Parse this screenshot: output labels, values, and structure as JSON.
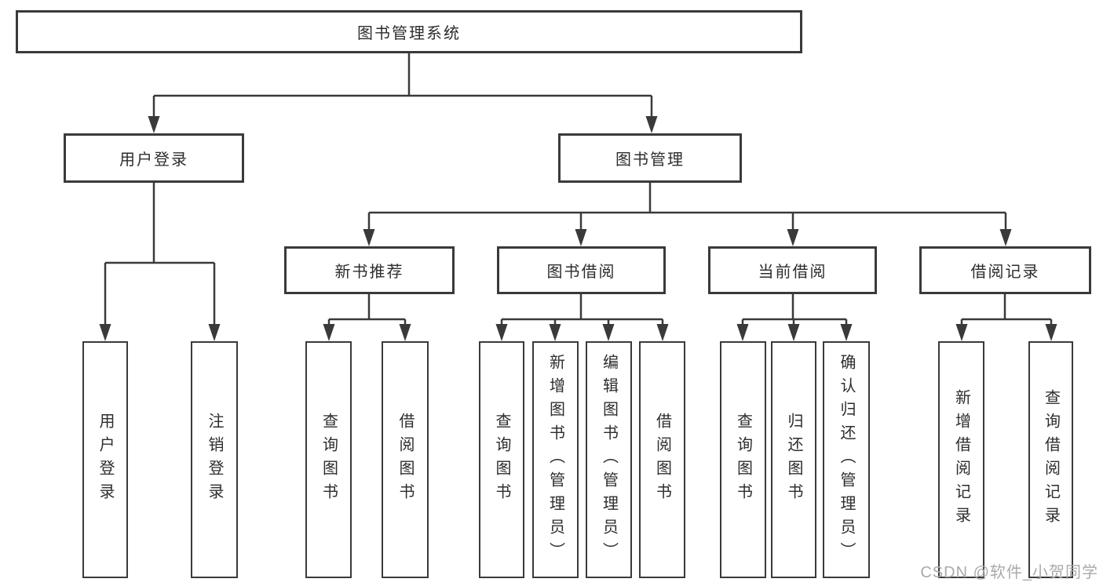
{
  "diagram": {
    "root": {
      "label": "图书管理系统"
    },
    "level2": [
      {
        "label": "用户登录"
      },
      {
        "label": "图书管理"
      }
    ],
    "level3": [
      {
        "label": "新书推荐"
      },
      {
        "label": "图书借阅"
      },
      {
        "label": "当前借阅"
      },
      {
        "label": "借阅记录"
      }
    ],
    "leaves": [
      {
        "label": "用户登录"
      },
      {
        "label": "注销登录"
      },
      {
        "label": "查询图书"
      },
      {
        "label": "借阅图书"
      },
      {
        "label": "查询图书"
      },
      {
        "label": "新增图书（管理员）"
      },
      {
        "label": "编辑图书（管理员）"
      },
      {
        "label": "借阅图书"
      },
      {
        "label": "查询图书"
      },
      {
        "label": "归还图书"
      },
      {
        "label": "确认归还（管理员）"
      },
      {
        "label": "新增借阅记录"
      },
      {
        "label": "查询借阅记录"
      }
    ]
  },
  "watermark": {
    "text": "CSDN @软件_小贺同学"
  },
  "colors": {
    "line": "#3a3a3a",
    "box_border": "#3a3a3a",
    "text": "#2d2d2d",
    "background": "#ffffff",
    "watermark": "#aaaaaa"
  }
}
